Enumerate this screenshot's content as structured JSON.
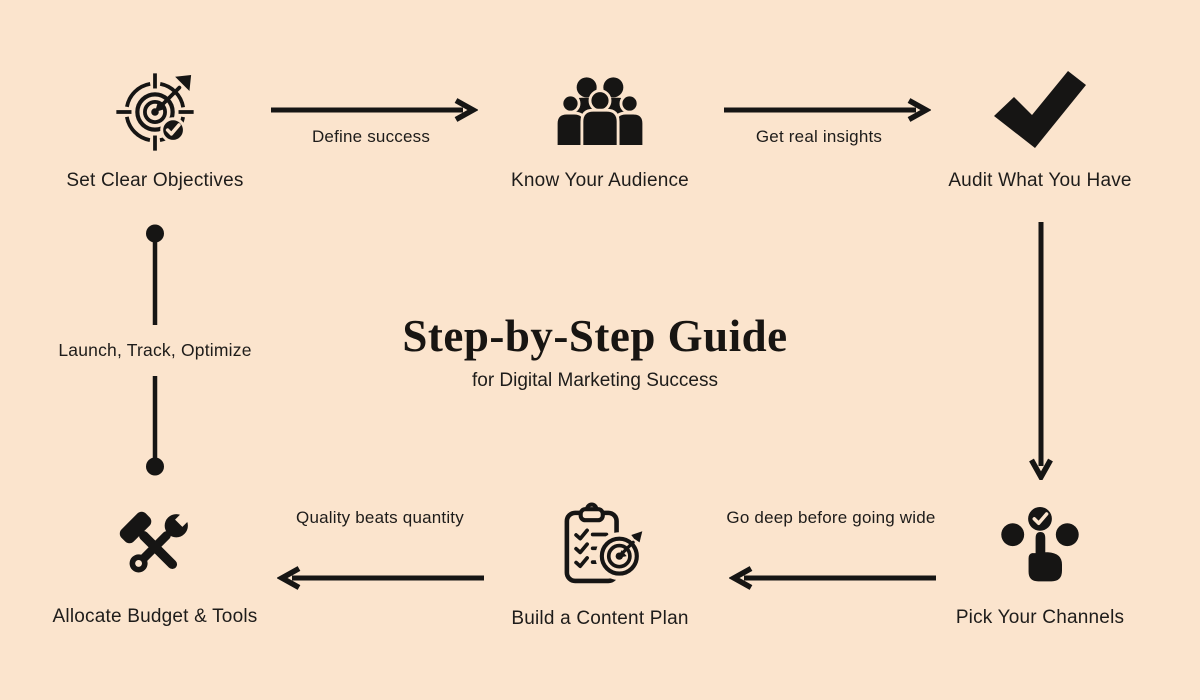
{
  "canvas": {
    "background": "#fbe4cd",
    "ink": "#161514"
  },
  "title": {
    "heading": "Step-by-Step Guide",
    "subheading": "for Digital Marketing Success"
  },
  "steps": [
    {
      "label": "Set Clear Objectives",
      "icon": "target-dart-icon"
    },
    {
      "label": "Know Your Audience",
      "icon": "audience-group-icon"
    },
    {
      "label": "Audit What You Have",
      "icon": "checkmark-icon"
    },
    {
      "label": "Pick Your Channels",
      "icon": "hand-pick-icon"
    },
    {
      "label": "Build a Content Plan",
      "icon": "clipboard-target-icon"
    },
    {
      "label": "Allocate Budget & Tools",
      "icon": "hammer-wrench-icon"
    }
  ],
  "connectors": [
    {
      "from": "Set Clear Objectives",
      "to": "Know Your Audience",
      "direction": "right",
      "label": "Define success"
    },
    {
      "from": "Know Your Audience",
      "to": "Audit What You Have",
      "direction": "right",
      "label": "Get real insights"
    },
    {
      "from": "Audit What You Have",
      "to": "Pick Your Channels",
      "direction": "down",
      "label": ""
    },
    {
      "from": "Pick Your Channels",
      "to": "Build a Content Plan",
      "direction": "left",
      "label": "Go deep before going wide"
    },
    {
      "from": "Build a Content Plan",
      "to": "Allocate Budget & Tools",
      "direction": "left",
      "label": "Quality beats quantity"
    },
    {
      "from": "Allocate Budget & Tools",
      "to": "Set Clear Objectives",
      "direction": "up",
      "label": "Launch, Track, Optimize"
    }
  ]
}
